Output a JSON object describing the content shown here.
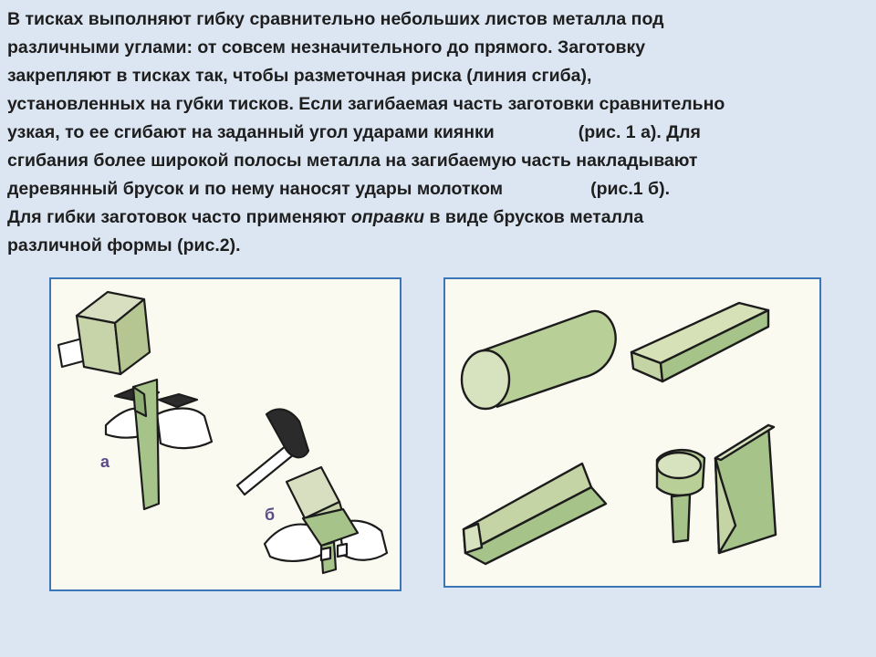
{
  "text": {
    "l1": "В тисках выполняют гибку сравнительно небольших листов металла под",
    "l2": "различными углами: от совсем незначительного до прямого. Заготовку",
    "l3": "закрепляют в тисках так, чтобы разметочная риска (линия сгиба),",
    "l4": "установленных на губки тисков. Если загибаемая часть заготовки сравнительно",
    "l5a": "узкая, то ее сгибают на заданный угол ударами киянки",
    "l5b": "(рис. 1 а). Для",
    "l6": "сгибания более широкой полосы металла на загибаемую часть накладывают",
    "l7a": "деревянный брусок и по нему наносят удары молотком",
    "l7b": "(рис.1 б).",
    "l8a": "Для гибки заготовок часто применяют ",
    "l8b": "оправки",
    "l8c": " в виде брусков металла",
    "l9": "различной формы (рис.2)."
  },
  "figure1": {
    "label_a": "а",
    "label_b": "б"
  },
  "colors": {
    "background": "#dce6f2",
    "panel_border": "#3a76b8",
    "panel_fill": "#fbfaf0",
    "metal_green": "#a6c48a",
    "label_purple": "#5a4a8a"
  }
}
